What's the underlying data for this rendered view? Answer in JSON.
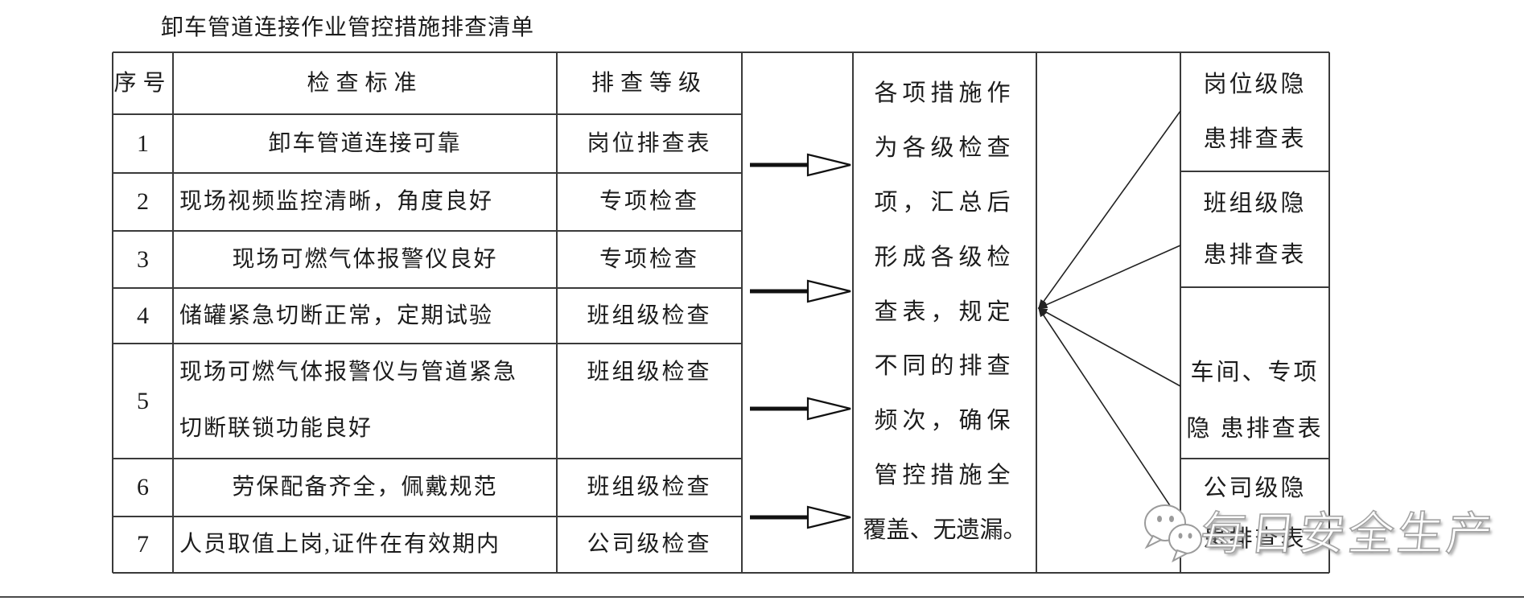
{
  "title": "卸车管道连接作业管控措施排查清单",
  "table": {
    "headers": [
      "序号",
      "检查标准",
      "排查等级"
    ],
    "rows": [
      {
        "no": "1",
        "standard": "卸车管道连接可靠",
        "level": "岗位排查表"
      },
      {
        "no": "2",
        "standard": "现场视频监控清晰，角度良好",
        "level": "专项检查"
      },
      {
        "no": "3",
        "standard": "现场可燃气体报警仪良好",
        "level": "专项检查"
      },
      {
        "no": "4",
        "standard": "储罐紧急切断正常，定期试验",
        "level": "班组级检查"
      },
      {
        "no": "5",
        "standard": "现场可燃气体报警仪与管道紧急切断联锁功能良好",
        "level": "班组级检查"
      },
      {
        "no": "6",
        "standard": "劳保配备齐全，佩戴规范",
        "level": "班组级检查"
      },
      {
        "no": "7",
        "standard": "人员取值上岗,证件在有效期内",
        "level": "公司级检查"
      }
    ]
  },
  "note": {
    "lines": [
      "各项措施作",
      "为各级检查",
      "项，汇总后",
      "形成各级检",
      "查表，规定",
      "不同的排查",
      "频次，确保",
      "管控措施全",
      "覆盖、无遗漏。"
    ]
  },
  "boxes": [
    {
      "lines": [
        "岗位级隐",
        "患排查表"
      ]
    },
    {
      "lines": [
        "班组级隐",
        "患排查表"
      ]
    },
    {
      "lines": [
        "车间、专项",
        "隐 患排查表"
      ]
    },
    {
      "lines": [
        "公司级隐",
        "患排查表"
      ]
    }
  ],
  "watermark": {
    "icon": "wechat-icon",
    "text": "每日安全生产"
  },
  "colors": {
    "line": "#3a3a3a",
    "text": "#1c1c1c",
    "watermark_gray": "#a3a3a3",
    "page_edge": "#4a4a4a"
  }
}
